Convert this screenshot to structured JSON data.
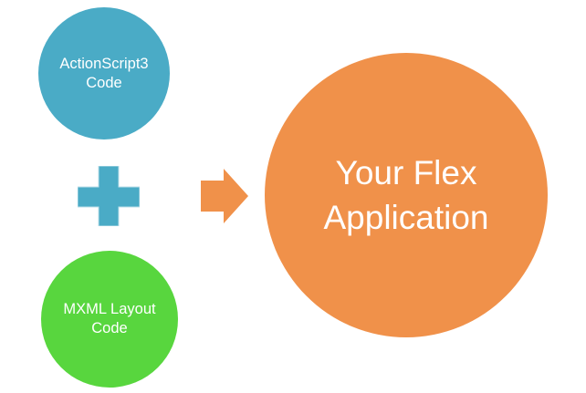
{
  "diagram": {
    "title_hint": "Flex application composition diagram",
    "actionscript_circle": {
      "lines": [
        "ActionScript3",
        "Code"
      ]
    },
    "mxml_circle": {
      "lines": [
        "MXML Layout",
        "Code"
      ]
    },
    "flex_circle": {
      "lines": [
        "Your Flex",
        "Application"
      ]
    },
    "plus_icon": {
      "glyph": "plus"
    },
    "arrow_icon": {
      "glyph": "arrow-right"
    }
  },
  "colors": {
    "teal": "#4AABC6",
    "teal_edge": "#bcdfea",
    "green": "#58D63E",
    "orange": "#F0914A",
    "label_text": "#FFFFFF",
    "background": "#FFFFFF"
  }
}
